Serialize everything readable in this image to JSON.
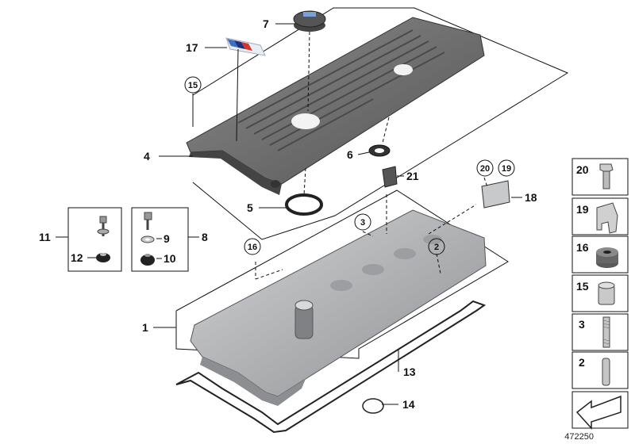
{
  "callouts": {
    "c1": "1",
    "c2": "2",
    "c3": "3",
    "c4": "4",
    "c5": "5",
    "c6": "6",
    "c7": "7",
    "c8": "8",
    "c9": "9",
    "c10": "10",
    "c11": "11",
    "c12": "12",
    "c13": "13",
    "c14": "14",
    "c15": "15",
    "c16": "16",
    "c17": "17",
    "c18": "18",
    "c20": "20",
    "c19": "19",
    "c21": "21"
  },
  "legend": {
    "items": [
      {
        "num": "20",
        "icon": "bolt-icon"
      },
      {
        "num": "19",
        "icon": "clip-icon"
      },
      {
        "num": "16",
        "icon": "grommet-icon"
      },
      {
        "num": "15",
        "icon": "spacer-sleeve-icon"
      },
      {
        "num": "3",
        "icon": "stud-bolt-icon"
      },
      {
        "num": "2",
        "icon": "dowel-pin-icon"
      }
    ],
    "footer_icon": "arrow-icon"
  },
  "reference_number": "472250",
  "colors": {
    "cover": "#6f6f6f",
    "cover_dark": "#4e4e4e",
    "head": "#b4b6b9",
    "head_dark": "#8a8c8f"
  }
}
